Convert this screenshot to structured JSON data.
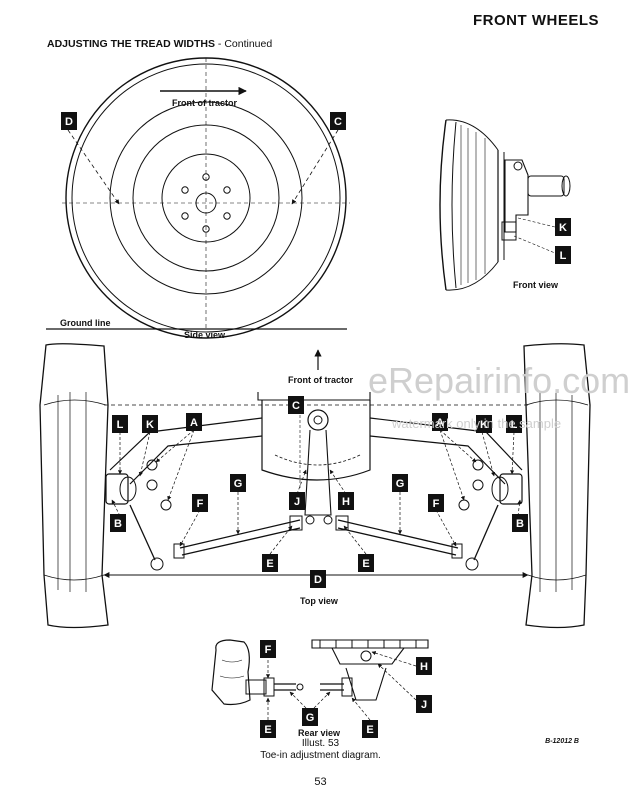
{
  "header": {
    "title": "FRONT WHEELS"
  },
  "section": {
    "title": "ADJUSTING THE TREAD WIDTHS",
    "continued": " - Continued"
  },
  "labels": {
    "front_of_tractor": "Front of tractor",
    "ground_line": "Ground line",
    "side_view": "Side view",
    "front_view": "Front view",
    "front_of_tractor_top": "Front of tractor",
    "top_view": "Top view",
    "rear_view": "Rear view"
  },
  "callouts": [
    "A",
    "B",
    "C",
    "D",
    "E",
    "F",
    "G",
    "H",
    "J",
    "K",
    "L"
  ],
  "figure": {
    "number": "Illust. 53",
    "caption": "Toe-in adjustment diagram.",
    "code": "B-12012 B"
  },
  "page_number": "53",
  "watermark": {
    "brand": "eRepairinfo.com",
    "note": "watermark only in the sample"
  }
}
